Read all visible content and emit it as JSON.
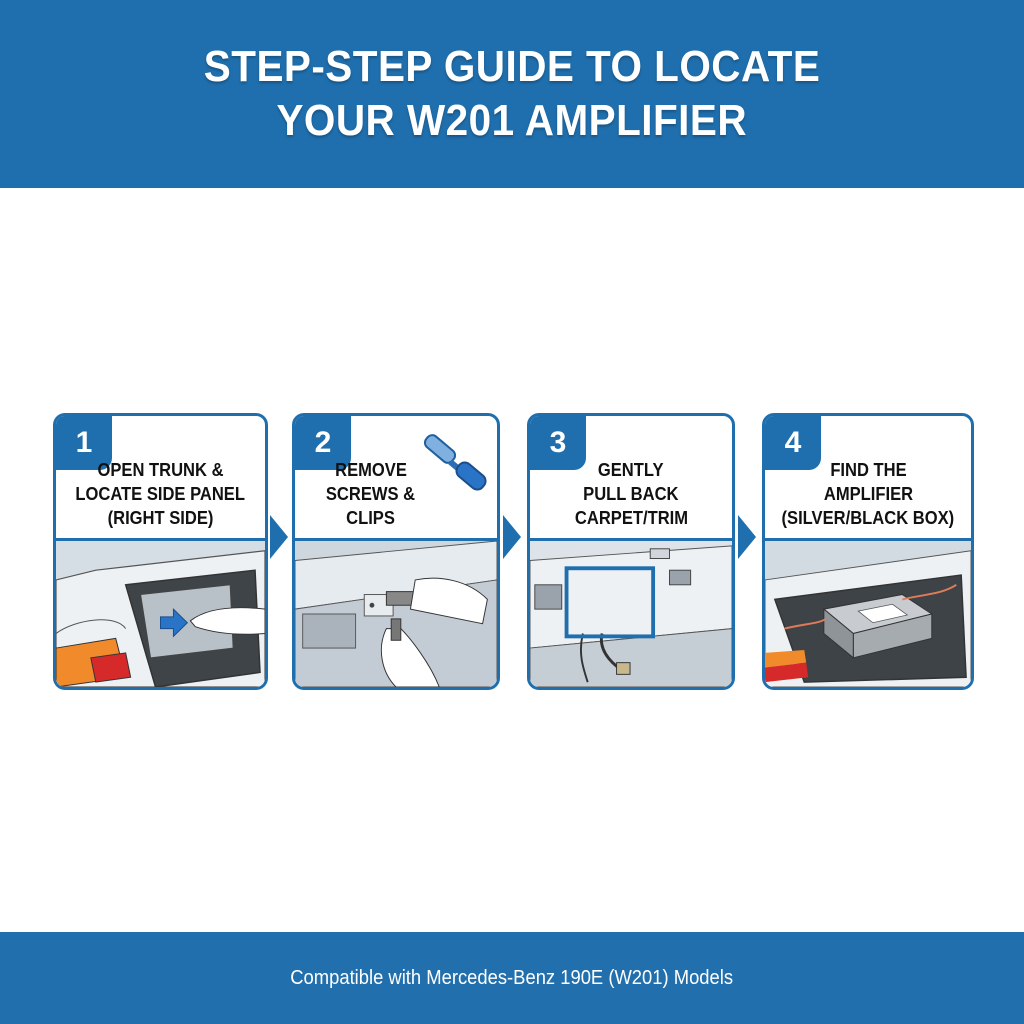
{
  "header": {
    "title_line1": "STEP-STEP GUIDE TO LOCATE",
    "title_line2": "YOUR W201 AMPLIFIER"
  },
  "steps": [
    {
      "number": "1",
      "lines": [
        "OPEN TRUNK &",
        "LOCATE SIDE PANEL",
        "(RIGHT SIDE)"
      ],
      "illustration": "open-trunk-side-panel"
    },
    {
      "number": "2",
      "lines": [
        "REMOVE",
        "SCREWS &",
        "CLIPS"
      ],
      "illustration": "remove-screws-clips",
      "icon": "screwdriver-icon"
    },
    {
      "number": "3",
      "lines": [
        "GENTLY",
        "PULL BACK",
        "CARPET/TRIM"
      ],
      "illustration": "pull-back-carpet-trim"
    },
    {
      "number": "4",
      "lines": [
        "FIND THE",
        "AMPLIFIER",
        "(SILVER/BLACK BOX)"
      ],
      "illustration": "amplifier-silver-black-box"
    }
  ],
  "footer": {
    "text": "Compatible with Mercedes-Benz 190E (W201) Models"
  },
  "colors": {
    "brand_blue": "#1f6fae",
    "white": "#ffffff",
    "text_dark": "#111111"
  }
}
